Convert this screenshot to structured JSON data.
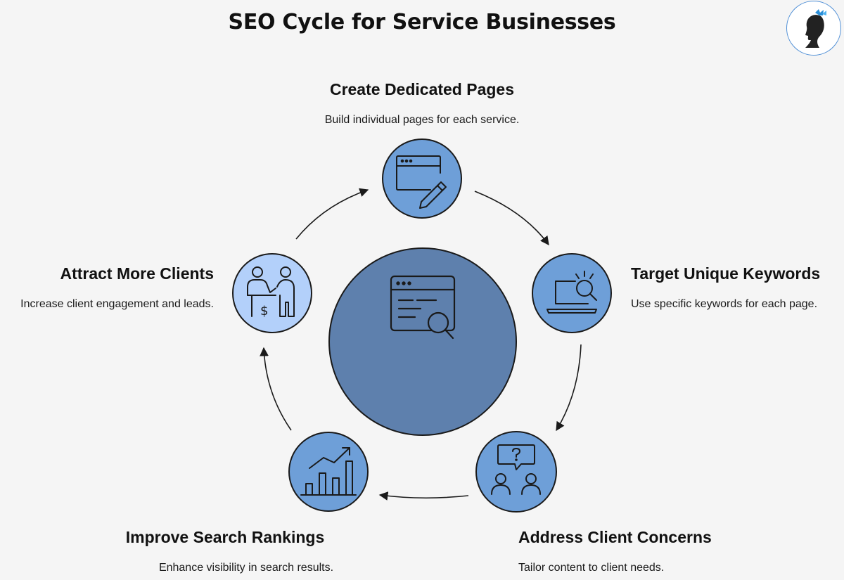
{
  "title": "SEO Cycle for Service Businesses",
  "colors": {
    "center_circle": "#5e80ad",
    "node_dark": "#6e9fd8",
    "node_light": "#b3d0fa",
    "stroke": "#1a1a1a",
    "background": "#f5f5f5"
  },
  "steps": [
    {
      "title": "Create Dedicated Pages",
      "description": "Build individual pages for each service.",
      "icon": "browser-pencil-icon"
    },
    {
      "title": "Target Unique Keywords",
      "description": "Use specific keywords for each page.",
      "icon": "laptop-search-icon"
    },
    {
      "title": "Address Client Concerns",
      "description": "Tailor content to client needs.",
      "icon": "people-question-icon"
    },
    {
      "title": "Improve Search Rankings",
      "description": "Enhance visibility in search results.",
      "icon": "bar-chart-trend-icon"
    },
    {
      "title": "Attract More Clients",
      "description": "Increase client engagement and leads.",
      "icon": "people-handshake-dollar-icon"
    }
  ],
  "center_icon": "browser-search-icon",
  "logo_icon": "woman-butterfly-silhouette-icon"
}
